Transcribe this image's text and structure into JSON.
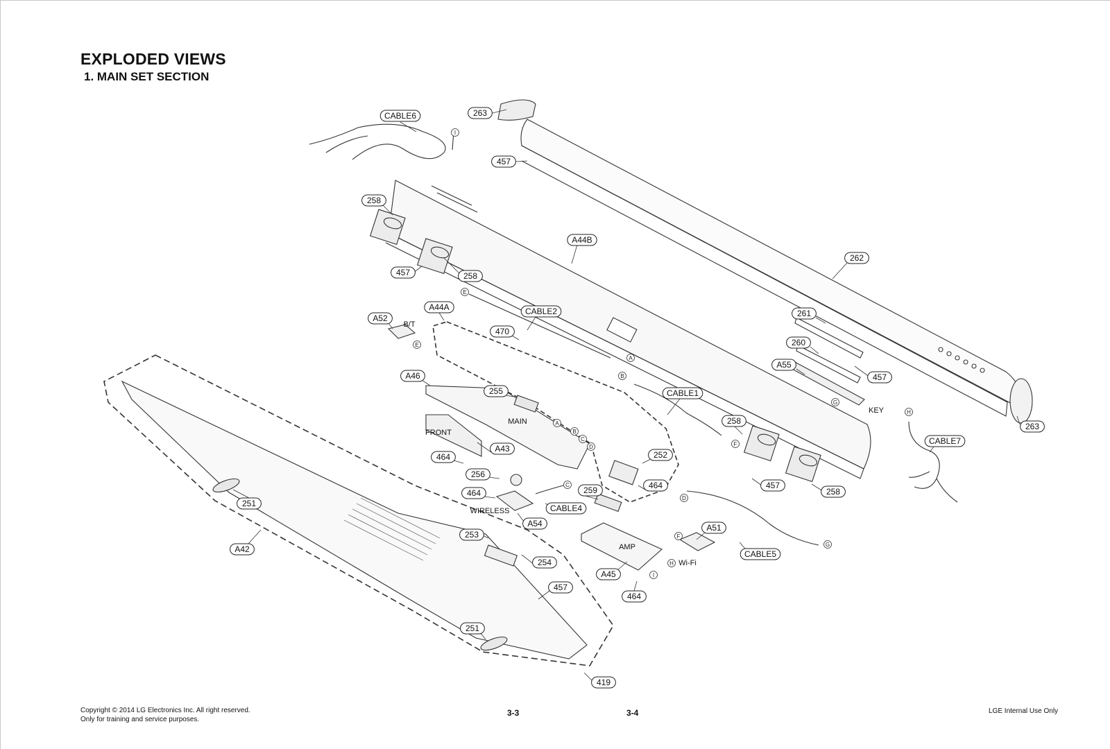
{
  "header": {
    "title": "EXPLODED VIEWS",
    "subtitle": "1. MAIN SET SECTION"
  },
  "callouts": [
    "CABLE6",
    "263",
    "457",
    "258",
    "457",
    "258",
    "A44B",
    "262",
    "A52",
    "A44A",
    "CABLE2",
    "470",
    "261",
    "260",
    "457",
    "A55",
    "A46",
    "255",
    "CABLE1",
    "263",
    "A43",
    "464",
    "258",
    "252",
    "CABLE7",
    "256",
    "464",
    "464",
    "457",
    "258",
    "259",
    "CABLE4",
    "251",
    "A54",
    "A51",
    "253",
    "CABLE5",
    "A42",
    "254",
    "A45",
    "457",
    "464",
    "251",
    "419"
  ],
  "connector_letters": [
    "I",
    "E",
    "E",
    "A",
    "B",
    "A",
    "B",
    "C",
    "D",
    "F",
    "G",
    "H",
    "C",
    "D",
    "F",
    "H",
    "G",
    "I"
  ],
  "plain_labels": [
    "B/T",
    "MAIN",
    "FRONT",
    "KEY",
    "WIRELESS",
    "AMP",
    "Wi-Fi"
  ],
  "footer": {
    "copyright": "Copyright © 2014 LG Electronics Inc. All right reserved.",
    "note": "Only for training and service purposes.",
    "page_left": "3-3",
    "page_right": "3-4",
    "internal": "LGE Internal Use Only"
  },
  "colors": {
    "ink": "#111111",
    "paper": "#ffffff"
  }
}
